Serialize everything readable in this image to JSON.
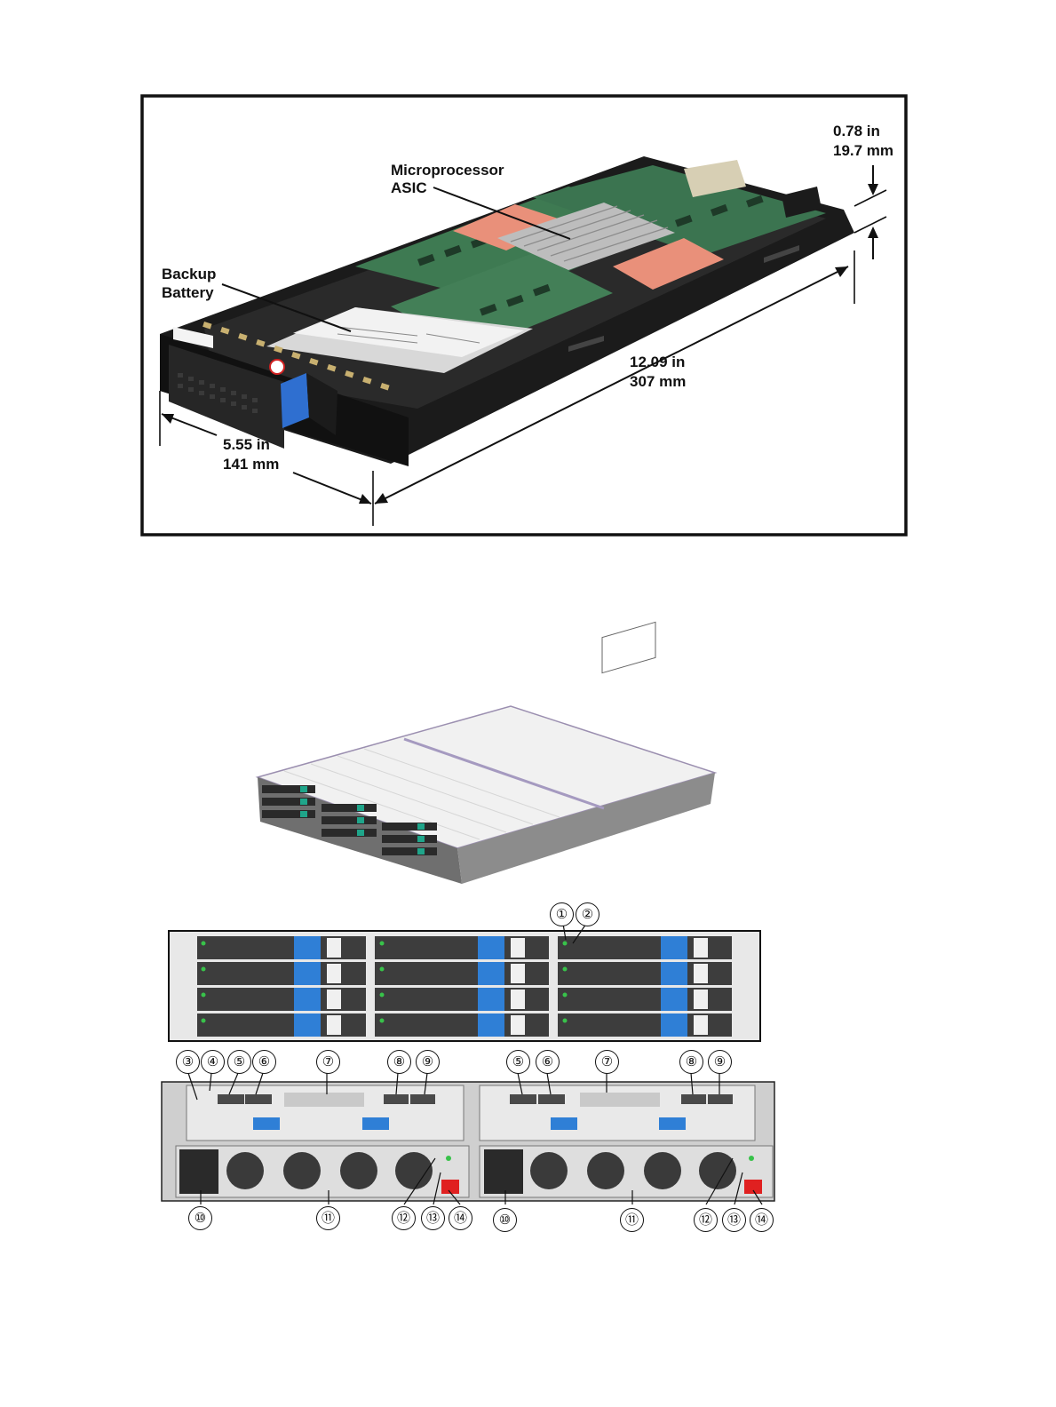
{
  "figure1": {
    "labels": {
      "asic_line1": "Microprocessor",
      "asic_line2": "ASIC",
      "battery_line1": "Backup",
      "battery_line2": "Battery",
      "height_in": "0.78 in",
      "height_mm": "19.7 mm",
      "length_in": "12.09 in",
      "length_mm": "307 mm",
      "width_in": "5.55 in",
      "width_mm": "141 mm"
    },
    "colors": {
      "heat_pad": "#e9907a",
      "pcb": "#3e7a52",
      "latch": "#2f6fd0",
      "frame": "#1a1a1a"
    }
  },
  "figure2": {
    "callouts_front": [
      "①",
      "②"
    ],
    "callouts_rear_top_left": [
      "③",
      "④",
      "⑤",
      "⑥",
      "⑦",
      "⑧",
      "⑨"
    ],
    "callouts_rear_top_right": [
      "⑤",
      "⑥",
      "⑦",
      "⑧",
      "⑨"
    ],
    "callouts_rear_bottom_left": [
      "⑩",
      "⑪",
      "⑫",
      "⑬",
      "⑭"
    ],
    "callouts_rear_bottom_right": [
      "⑩",
      "⑪",
      "⑫",
      "⑬",
      "⑭"
    ],
    "colors": {
      "drive_latch": "#2f7fd6",
      "power_switch": "#e02020",
      "led": "#38c24a"
    }
  }
}
